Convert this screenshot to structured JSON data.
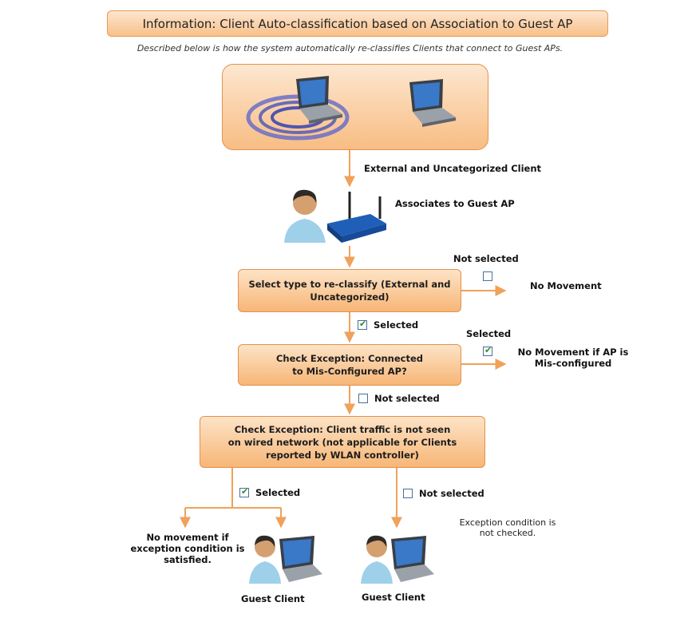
{
  "title": "Information: Client Auto-classification based on Association to Guest AP",
  "subtitle": "Described below is how the system automatically re-classifies Clients that connect to Guest APs.",
  "icons": {
    "top_panel": "wireless-laptops-icon",
    "guest_ap": "user-with-router-icon",
    "guest_client": "user-with-laptop-icon"
  },
  "labels": {
    "external_client": "External and Uncategorized Client",
    "associates": "Associates to Guest AP",
    "not_selected_1": "Not selected",
    "no_movement": "No Movement",
    "selected_1": "Selected",
    "selected_2": "Selected",
    "no_movement_misconfig": "No Movement if AP is Mis-configured",
    "not_selected_2": "Not selected",
    "selected_3": "Selected",
    "not_selected_3": "Not selected",
    "no_movement_exception": "No movement if exception condition is satisfied.",
    "exception_not_checked": "Exception condition is not checked.",
    "guest_client_left": "Guest Client",
    "guest_client_right": "Guest Client"
  },
  "boxes": {
    "select_type": "Select type to re-classify (External and Uncategorized)",
    "check_misconfig": "Check Exception: Connected to Mis-Configured AP?",
    "check_wired": "Check Exception: Client traffic is not seen on wired network (not applicable for Clients reported by WLAN controller)"
  },
  "colors": {
    "accent": "#f0a15a",
    "box_fill": "#f8c08a",
    "check_border": "#4a6f9a",
    "check_mark": "#2e8b2e"
  }
}
